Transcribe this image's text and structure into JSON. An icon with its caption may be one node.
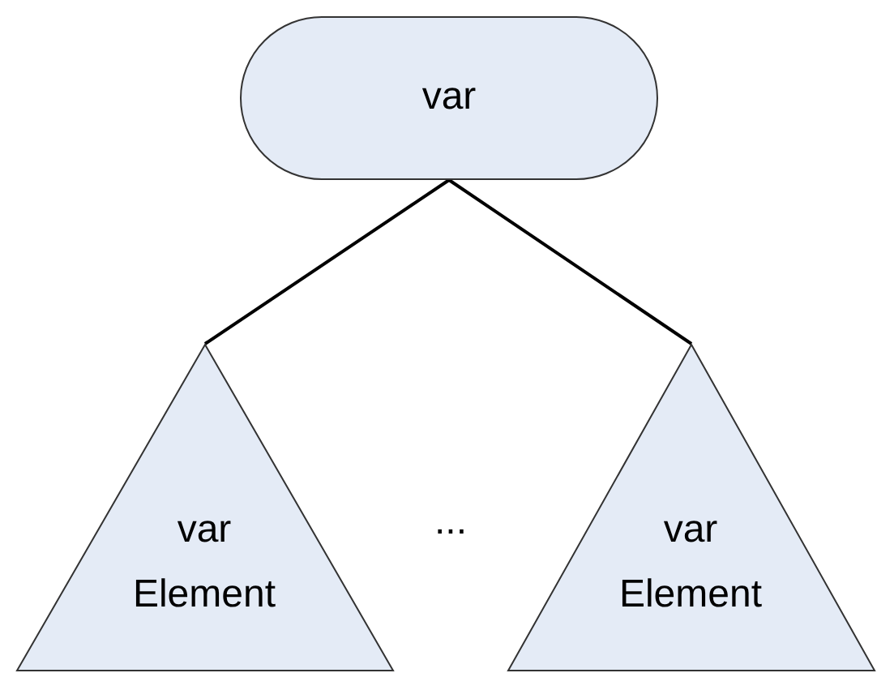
{
  "diagram": {
    "nodes": [
      {
        "text": [
          "var"
        ]
      },
      {
        "text": [
          "var Element"
        ]
      },
      {
        "text": [
          "var Element"
        ]
      }
    ],
    "edges": [
      {
        "from": 0,
        "to": 1,
        "arrow": "none"
      },
      {
        "from": 0,
        "to": 2,
        "arrow": "none"
      }
    ],
    "labels": [
      "..."
    ]
  }
}
